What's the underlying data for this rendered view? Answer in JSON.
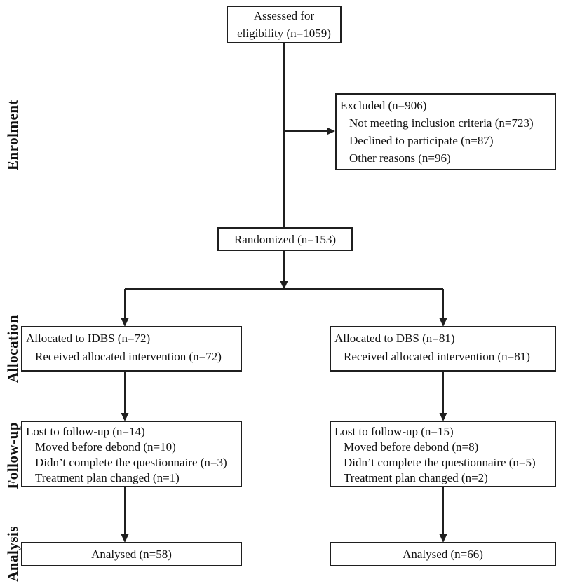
{
  "stage_labels": [
    "Enrolment",
    "Allocation",
    "Follow-up",
    "Analysis"
  ],
  "boxes": {
    "assessed": {
      "text": "Assessed for eligibility (n=1059)"
    },
    "excluded": {
      "title": "Excluded (n=906)",
      "items": [
        "Not meeting inclusion criteria (n=723)",
        "Declined to participate (n=87)",
        "Other reasons (n=96)"
      ]
    },
    "randomized": {
      "text": "Randomized (n=153)"
    },
    "allocated_idbs": {
      "title": "Allocated to IDBS (n=72)",
      "items": [
        "Received allocated intervention (n=72)"
      ]
    },
    "allocated_dbs": {
      "title": "Allocated to DBS (n=81)",
      "items": [
        "Received allocated intervention (n=81)"
      ]
    },
    "followup_idbs": {
      "title": "Lost to follow-up (n=14)",
      "items": [
        "Moved before debond (n=10)",
        "Didn’t complete the questionnaire (n=3)",
        "Treatment plan changed (n=1)"
      ]
    },
    "followup_dbs": {
      "title": "Lost to follow-up (n=15)",
      "items": [
        "Moved before debond (n=8)",
        "Didn’t complete the questionnaire (n=5)",
        "Treatment plan changed (n=2)"
      ]
    },
    "analysed_idbs": {
      "text": "Analysed (n=58)"
    },
    "analysed_dbs": {
      "text": "Analysed (n=66)"
    }
  },
  "colors": {
    "line": "#1f1f1f",
    "text": "#111111",
    "background": "#ffffff"
  }
}
